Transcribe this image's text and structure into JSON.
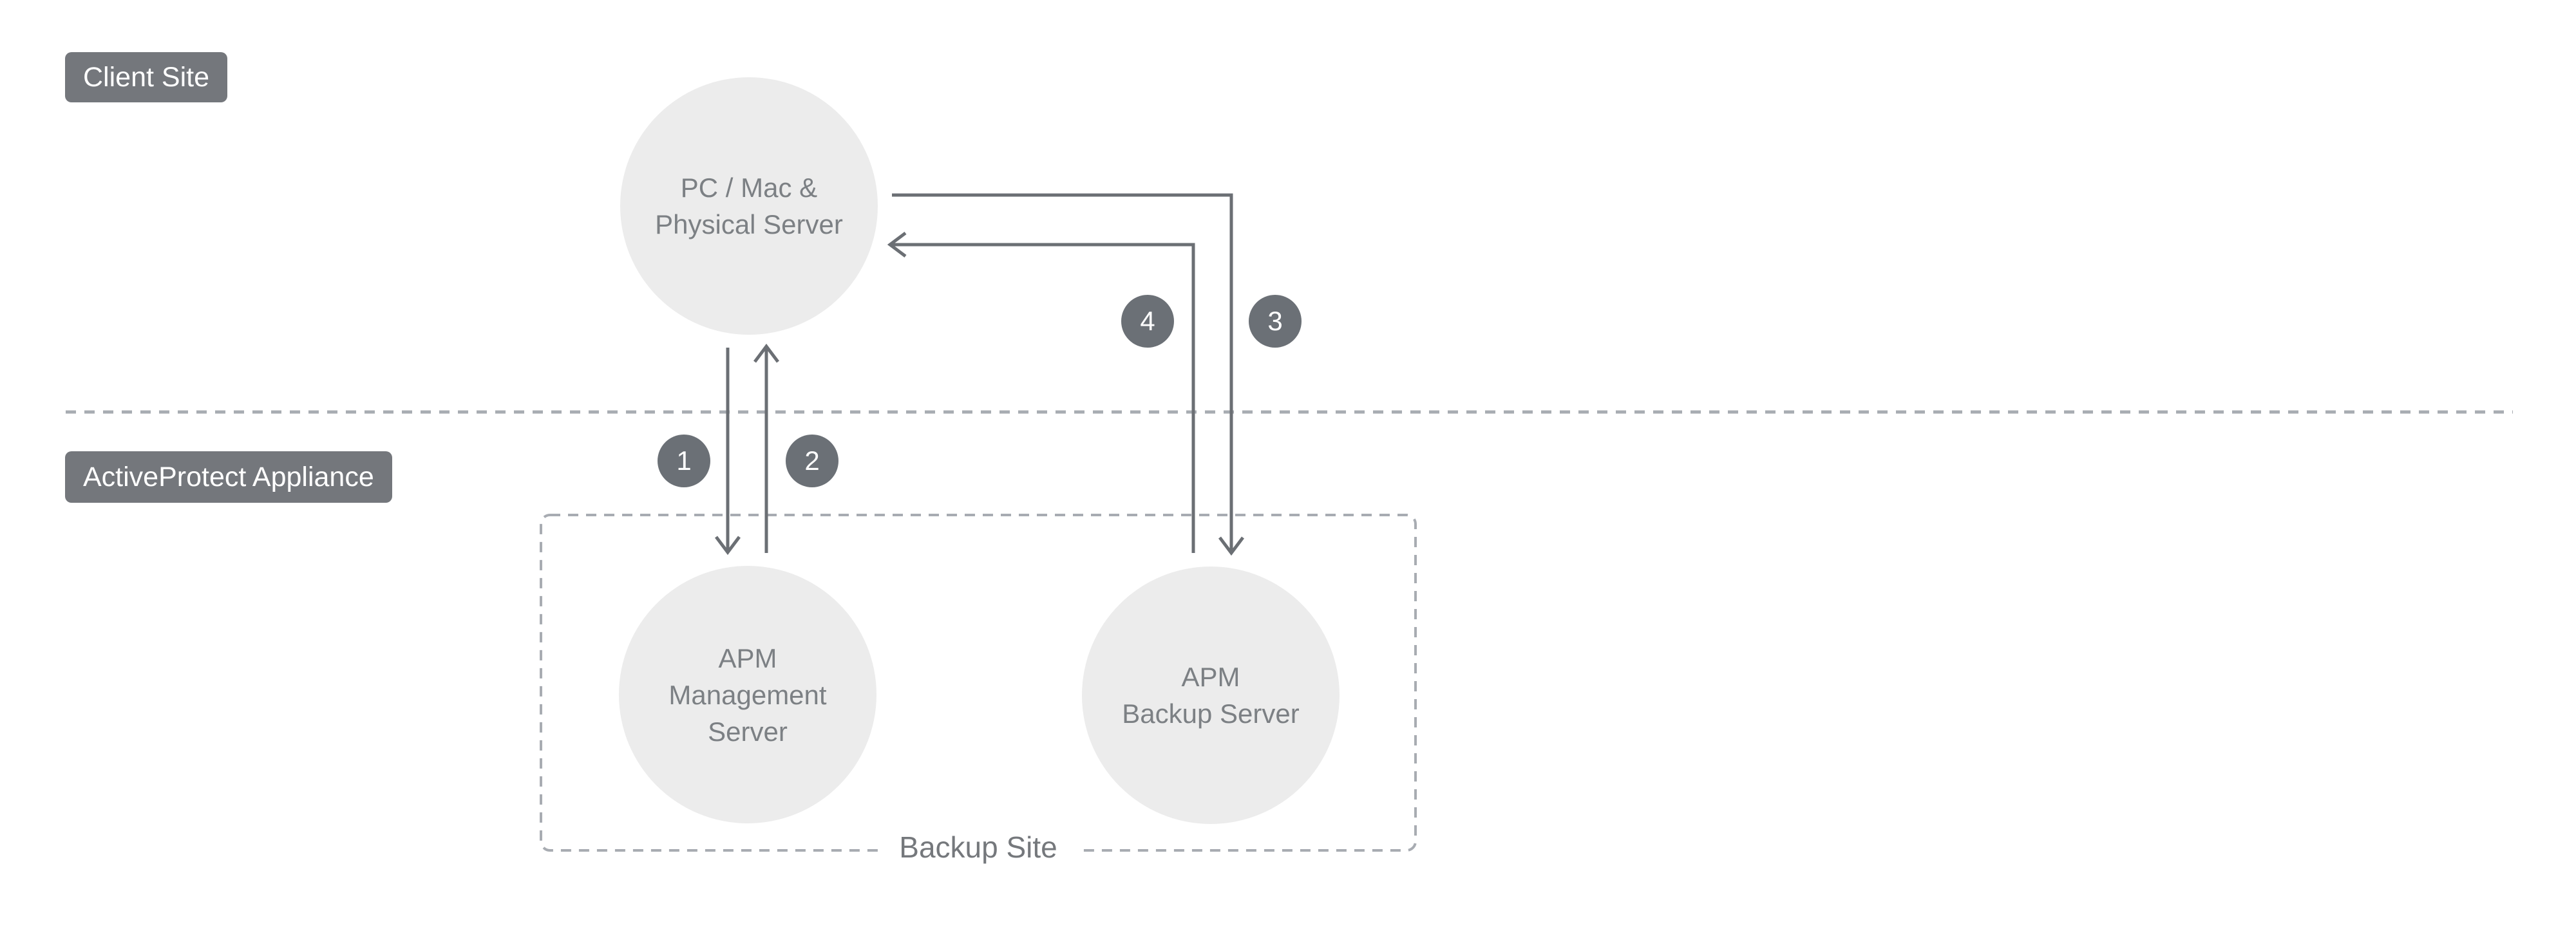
{
  "colors": {
    "site_badge_bg": "#74777c",
    "step_badge_bg": "#6b7076",
    "badge_text": "#ffffff",
    "node_fill": "#ececec",
    "node_text": "#7c8084",
    "solid_line": "#6b6f74",
    "dashed_line": "#a8acb2",
    "section_label": "#75787c"
  },
  "sections": {
    "client_site": {
      "label": "Client Site"
    },
    "appliance": {
      "label": "ActiveProtect Appliance"
    }
  },
  "nodes": {
    "pc": {
      "lines": [
        "PC / Mac &",
        "Physical Server"
      ]
    },
    "management": {
      "lines": [
        "APM",
        "Management",
        "Server"
      ]
    },
    "backup": {
      "lines": [
        "APM",
        "Backup Server"
      ]
    }
  },
  "backup_site": {
    "label": "Backup Site"
  },
  "steps": [
    "1",
    "2",
    "3",
    "4"
  ]
}
